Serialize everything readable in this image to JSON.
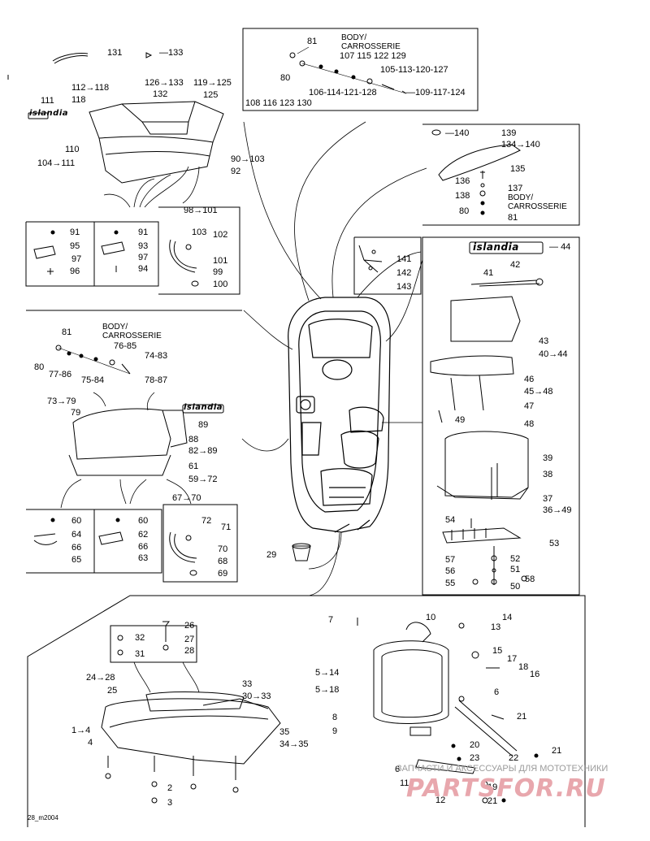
{
  "diagram": {
    "figure_code": "28_m2004",
    "body_label": "BODY/\nCARROSSERIE",
    "logo_text": "islandia",
    "watermark": {
      "line": "ЗАПЧАСТИ И АКСЕССУАРЫ ДЛЯ МОТОТЕХНИКИ",
      "logo": "PARTSFOR.RU"
    },
    "callouts": {
      "c131": "131",
      "c133": "133",
      "c112_118": "112→118",
      "c126_133": "126→133",
      "c119_125": "119→125",
      "c132": "132",
      "c125": "125",
      "c111": "111",
      "c118": "118",
      "c110": "110",
      "c104_111": "104→111",
      "c90_103": "90→103",
      "c92": "92",
      "c98_101": "98→101",
      "c91a": "91",
      "c95": "95",
      "c97a": "97",
      "c96": "96",
      "c91b": "91",
      "c93": "93",
      "c97b": "97",
      "c94": "94",
      "c103": "103",
      "c102": "102",
      "c101": "101",
      "c99": "99",
      "c100": "100",
      "t81": "81",
      "t80": "80",
      "t107": "107  115  122  129",
      "t105": "105-113-120-127",
      "t106": "106-114-121-128",
      "t109": "109-117-124",
      "t108": "108  116  123  130",
      "c140": "140",
      "c139": "139",
      "c134_140": "134→140",
      "c135": "135",
      "c136": "136",
      "c137": "137",
      "c138": "138",
      "c80b": "80",
      "c81b": "81",
      "c141": "141",
      "c142": "142",
      "c143": "143",
      "c44": "44",
      "c42": "42",
      "c41": "41",
      "c43": "43",
      "c40_44": "40→44",
      "c46": "46",
      "c45_48": "45→48",
      "c47": "47",
      "c48": "48",
      "c49": "49",
      "c39": "39",
      "c38": "38",
      "c37": "37",
      "c36_49": "36→49",
      "c54": "54",
      "c53": "53",
      "c57": "57",
      "c52": "52",
      "c56": "56",
      "c51": "51",
      "c58": "58",
      "c55": "55",
      "c50": "50",
      "m81": "81",
      "m80": "80",
      "m76_85": "76-85",
      "m74_83": "74-83",
      "m77_86": "77-86",
      "m75_84": "75-84",
      "m78_87": "78-87",
      "c73_79": "73→79",
      "c79": "79",
      "c89": "89",
      "c88": "88",
      "c82_89": "82→89",
      "c61": "61",
      "c59_72": "59→72",
      "c60a": "60",
      "c64": "64",
      "c66a": "66",
      "c65": "65",
      "c60b": "60",
      "c62": "62",
      "c66b": "66",
      "c63": "63",
      "c67_70": "67→70",
      "c72": "72",
      "c71": "71",
      "c70": "70",
      "c68": "68",
      "c69": "69",
      "c29": "29",
      "c32": "32",
      "c31": "31",
      "c26": "26",
      "c27": "27",
      "c28": "28",
      "c24_28": "24→28",
      "c25": "25",
      "c33": "33",
      "c30_33": "30→33",
      "c1_4": "1→4",
      "c4": "4",
      "c35": "35",
      "c34_35": "34→35",
      "c2": "2",
      "c3": "3",
      "c7": "7",
      "c10": "10",
      "c14": "14",
      "c13": "13",
      "c15": "15",
      "c17": "17",
      "c18": "18",
      "c16": "16",
      "c5_14": "5→14",
      "c5_18": "5→18",
      "c6a": "6",
      "c8": "8",
      "c9": "9",
      "c21a": "21",
      "c20": "20",
      "c21b": "21",
      "c23": "23",
      "c22": "22",
      "c6b": "6",
      "c11": "11",
      "c19": "19",
      "c12": "12",
      "c21c": "21"
    }
  }
}
